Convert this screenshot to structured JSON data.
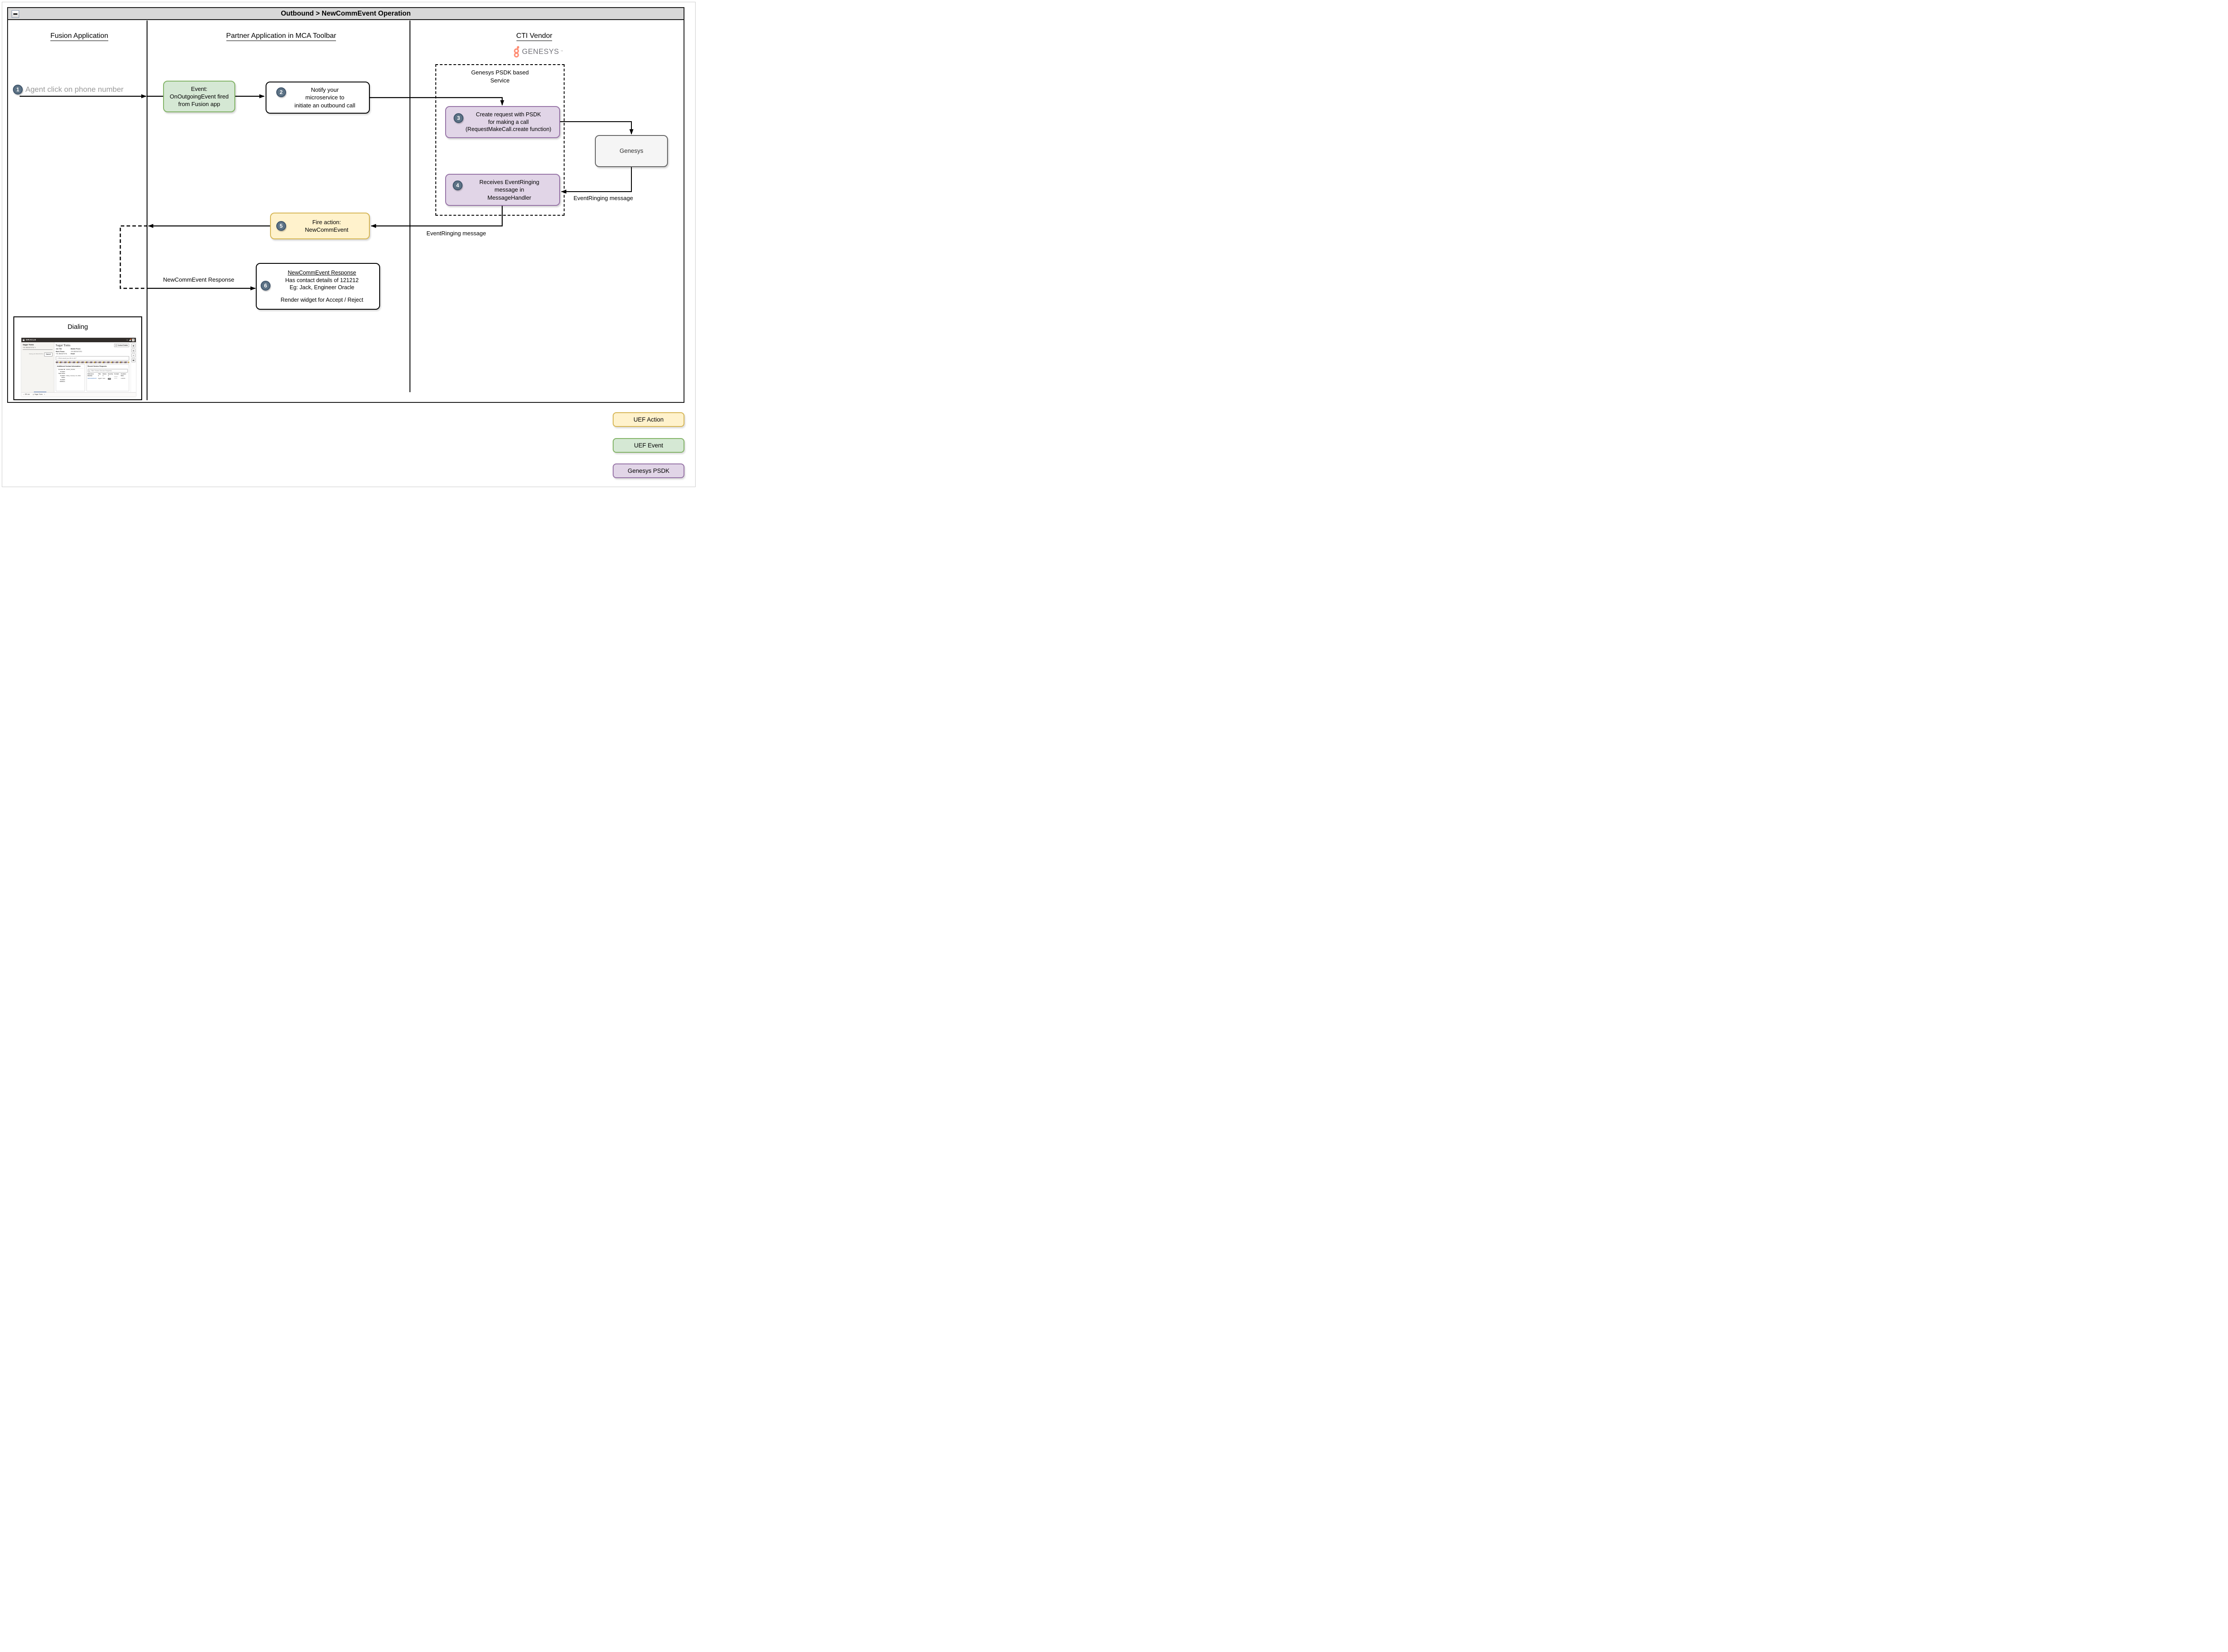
{
  "window": {
    "title": "Outbound > NewCommEvent Operation"
  },
  "lanes": {
    "fusion": "Fusion Application",
    "partner": "Partner Application in MCA Toolbar",
    "cti": "CTI Vendor"
  },
  "vendor": {
    "logo_text": "GENESYS",
    "logo_tm": "™"
  },
  "steps": {
    "s1": {
      "num": "1",
      "label": "Agent click on phone number"
    },
    "event_box": {
      "lines": [
        "Event:",
        "OnOutgoingEvent fired",
        "from Fusion app"
      ]
    },
    "s2": {
      "num": "2",
      "lines": [
        "Notify your",
        "microservice to",
        "initiate an outbound call"
      ]
    },
    "psdk_group": {
      "lines": [
        "Genesys PSDK based",
        "Service"
      ]
    },
    "s3": {
      "num": "3",
      "lines": [
        "Create request with PSDK",
        "for making a call",
        "(RequestMakeCall.create function)"
      ]
    },
    "genesys_node": {
      "label": "Genesys"
    },
    "s4": {
      "num": "4",
      "lines": [
        "Receives EventRinging",
        "message in",
        "MessageHandler"
      ]
    },
    "s5": {
      "num": "5",
      "lines": [
        "Fire action:",
        "NewCommEvent"
      ]
    },
    "s6": {
      "num": "6",
      "title": "NewCommEvent Response",
      "lines": [
        "Has contact details of 121212",
        "Eg: Jack, Engineer Oracle"
      ],
      "footer": "Render widget for Accept / Reject"
    }
  },
  "edge_labels": {
    "event_ringing_right": "EventRinging message",
    "event_ringing_mid": "EventRinging message",
    "newcomm_response": "NewCommEvent Response"
  },
  "legend": {
    "action": "UEF Action",
    "event": "UEF Event",
    "psdk": "Genesys PSDK"
  },
  "colors": {
    "uef_action": "#fff2cc",
    "uef_action_border": "#d6b656",
    "uef_event": "#d5e8d4",
    "uef_event_border": "#82b366",
    "genesys_psdk": "#e1d5e7",
    "genesys_psdk_border": "#9673a6",
    "step_badge": "#5d7386",
    "genesys_logo": "#ff8e75"
  },
  "dialing": {
    "title": "Dialing",
    "topbar": {
      "brand": "ORACLE",
      "avatar": "CS"
    },
    "left": {
      "name": "Sagar Toms",
      "phone": "+91 8921670701",
      "dialing": "Dialing+91 8921670701",
      "cancel": "Cancel"
    },
    "main": {
      "name": "Sagar Toms",
      "contact_details": "Contact Details",
      "job_title": "Job Title",
      "work_phone": "Work Phone",
      "work_phone_val": "+91 8921670701",
      "mobile_phone": "Mobile Phone",
      "mobile_phone_val": "+91 8921670701",
      "email": "Email",
      "assistant_placeholder": "What would you like to do?"
    },
    "aci": {
      "heading": "Additional Contact Information",
      "contact_id": "Contact ID",
      "contact_id_val": "CDRM_954691",
      "tz": "Contact Time Zone",
      "since": "Contact Since",
      "since_val": "Friday, January 12, 2024",
      "address": "Contact Address"
    },
    "rsr": {
      "heading": "Recent Service Requests",
      "filter": "Filter Recent Service Requests",
      "cols": [
        "Reference Number",
        "Title",
        "Status",
        "Severity",
        "Contact",
        "Creation Date"
      ],
      "row": [
        "SR0000065235",
        "dggdh",
        "New",
        "Low",
        "Sagar Toms",
        "1/12/24"
      ]
    },
    "bottom": {
      "sr_list": "SR List",
      "tab": "Sagar Toms"
    }
  }
}
